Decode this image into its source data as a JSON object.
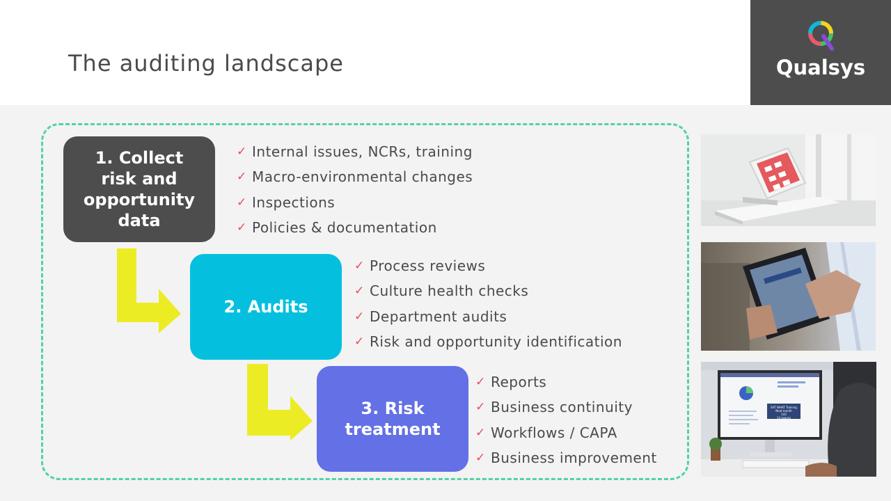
{
  "header": {
    "title": "The auditing landscape"
  },
  "logo": {
    "text": "Qualsys",
    "icon": "qualsys-ring-icon"
  },
  "colors": {
    "step1": "#4d4d4d",
    "step2": "#04c0de",
    "step3": "#6370e6",
    "arrow": "#ecec24",
    "frame": "#4fd3a6",
    "check": "#e94b5a"
  },
  "steps": [
    {
      "label_lines": [
        "1. Collect",
        "risk and",
        "opportunity",
        "data"
      ],
      "items": [
        "Internal issues, NCRs, training",
        "Macro-environmental changes",
        "Inspections",
        "Policies & documentation"
      ]
    },
    {
      "label_lines": [
        "2. Audits"
      ],
      "items": [
        "Process reviews",
        "Culture health checks",
        "Department audits",
        "Risk and opportunity identification"
      ]
    },
    {
      "label_lines": [
        "3. Risk",
        "treatment"
      ],
      "items": [
        "Reports",
        "Business continuity",
        "Workflows / CAPA",
        "Business improvement"
      ]
    }
  ],
  "check_glyph": "✓",
  "photos": {
    "screen_text": [
      "EAT WHAT Training",
      "Next month",
      "143",
      "14 spaces"
    ]
  }
}
